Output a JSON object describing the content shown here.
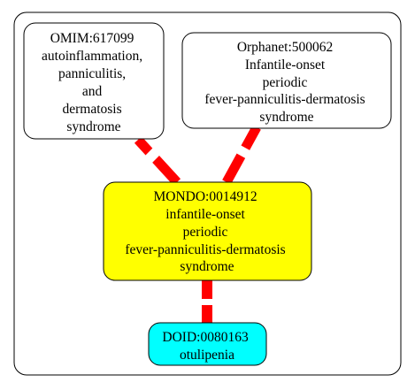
{
  "nodes": {
    "omim": {
      "fill": "#ffffff",
      "lines": [
        "OMIM:617099",
        "autoinflammation,",
        "panniculitis,",
        "and",
        "dermatosis",
        "syndrome"
      ]
    },
    "orphanet": {
      "fill": "#ffffff",
      "lines": [
        "Orphanet:500062",
        "Infantile-onset",
        "periodic",
        "fever-panniculitis-dermatosis",
        "syndrome"
      ]
    },
    "mondo": {
      "fill": "#ffff00",
      "lines": [
        "MONDO:0014912",
        "infantile-onset",
        "periodic",
        "fever-panniculitis-dermatosis",
        "syndrome"
      ]
    },
    "doid": {
      "fill": "#00ffff",
      "lines": [
        "DOID:0080163",
        "otulipenia"
      ]
    }
  },
  "edges": [
    {
      "from": "omim",
      "to": "mondo",
      "color": "#ff0000"
    },
    {
      "from": "orphanet",
      "to": "mondo",
      "color": "#ff0000"
    },
    {
      "from": "mondo",
      "to": "doid",
      "color": "#ff0000"
    }
  ]
}
